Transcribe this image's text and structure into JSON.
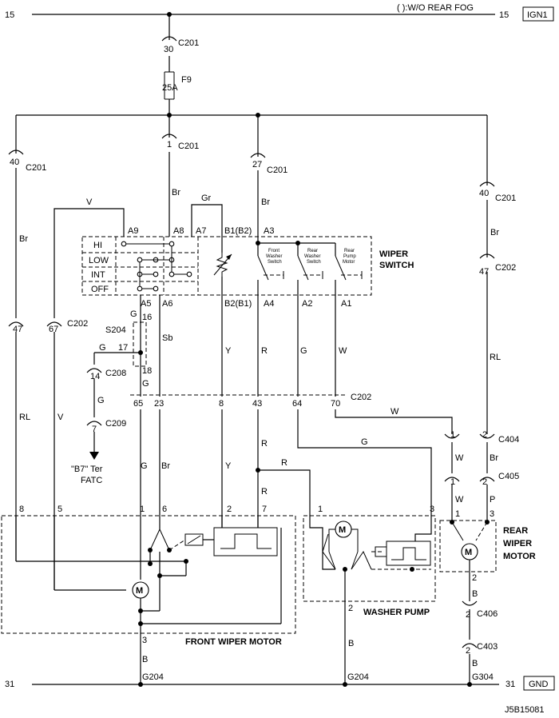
{
  "header": {
    "rail_15_left": "15",
    "rail_15_right": "15",
    "note": "( ):W/O REAR FOG",
    "ign_box": "IGN1"
  },
  "footer": {
    "rail_31_left": "31",
    "rail_31_right": "31",
    "gnd_box": "GND",
    "code": "J5B15081"
  },
  "fuse": {
    "number": "F9",
    "rating": "25A"
  },
  "connectors": {
    "top_pin": "30",
    "top_name": "C201",
    "c201_1_pin": "1",
    "c201_1_name": "C201",
    "c201_40a_pin": "40",
    "c201_40a_name": "C201",
    "c201_27_pin": "27",
    "c201_27_name": "C201",
    "c201_40b_pin": "40",
    "c201_40b_name": "C201",
    "c202_47a_pin": "47",
    "c202_47a_name": "C202",
    "c202_47_left": "47",
    "c202_67": "67",
    "c202_left_name": "C202",
    "c208_pin": "14",
    "c208_name": "C208",
    "c209_pin": "7",
    "c209_name": "C209",
    "c202_row_name": "C202",
    "c202_row_pins": [
      "65",
      "23",
      "8",
      "43",
      "64",
      "70"
    ],
    "c404_pin1": "1",
    "c404_pin2": "2",
    "c404_name": "C404",
    "c405_pin1": "1",
    "c405_pin2": "2",
    "c405_name": "C405",
    "c406_pin": "2",
    "c406_name": "C406",
    "c403_pin": "2",
    "c403_name": "C403"
  },
  "splice": {
    "name": "S204",
    "pin16": "16",
    "pin17": "17",
    "pin18": "18"
  },
  "ground_labels": {
    "g204_left": "G204",
    "g204_mid": "G204",
    "g304": "G304"
  },
  "wire_colors": {
    "br_left": "Br",
    "br_a8": "Br",
    "br_a3": "Br",
    "br_right": "Br",
    "br_c404": "Br",
    "br_motor": "Br",
    "gr": "Gr",
    "v_top": "V",
    "v_left": "V",
    "rl_right": "RL",
    "rl_left": "RL",
    "g_s204": "G",
    "g_17": "G",
    "g_18": "G",
    "g_c209": "G",
    "g_a2": "G",
    "g_pump": "G",
    "g_motor": "G",
    "sb": "Sb",
    "y_b2": "Y",
    "y_motor": "Y",
    "r_a4": "R",
    "r_43": "R",
    "r_pump": "R",
    "r_7": "R",
    "w_a1": "W",
    "w_70": "W",
    "w_c404": "W",
    "w_c405": "W",
    "p_c405": "P",
    "b_front": "B",
    "b_pump": "B",
    "b_rear1": "B",
    "b_rear2": "B"
  },
  "wiper_switch": {
    "title_line1": "WIPER",
    "title_line2": "SWITCH",
    "positions": [
      "HI",
      "LOW",
      "INT",
      "OFF"
    ],
    "top_pins": [
      "A9",
      "A8",
      "A7",
      "B1(B2)",
      "A3"
    ],
    "bottom_pins": [
      "A5",
      "A6",
      "B2(B1)",
      "A4",
      "A2",
      "A1"
    ],
    "sub_switches": [
      [
        "Front",
        "Washer",
        "Switch"
      ],
      [
        "Rear",
        "Washer",
        "Switch"
      ],
      [
        "Rear",
        "Pump",
        "Motor"
      ]
    ]
  },
  "fatc": {
    "line1": "\"B7\" Ter",
    "line2": "FATC"
  },
  "front_motor": {
    "title": "FRONT WIPER MOTOR",
    "pins": [
      "8",
      "5",
      "1",
      "6",
      "2",
      "7"
    ],
    "bottom_pin": "3",
    "motor_symbol": "M"
  },
  "washer_pump": {
    "title": "WASHER PUMP",
    "pin1": "1",
    "pin3": "3",
    "pin2": "2",
    "motor_symbol": "M"
  },
  "rear_motor": {
    "title_line1": "REAR",
    "title_line2": "WIPER",
    "title_line3": "MOTOR",
    "pin1": "1",
    "pin3": "3",
    "pin2": "2",
    "motor_symbol": "M"
  }
}
